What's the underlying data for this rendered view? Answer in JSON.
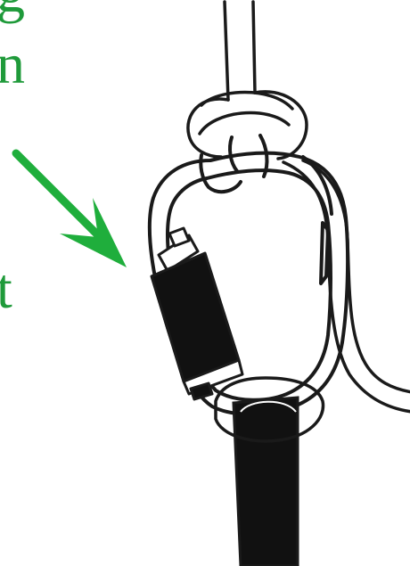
{
  "text_fragments": {
    "top": "g",
    "middle": "n",
    "lower": "t"
  },
  "colors": {
    "annotation_green": "#1fae3c",
    "line": "#1a1a1a",
    "sleeve": "#111111",
    "background": "#ffffff"
  },
  "icons": {
    "arrow": "arrow-down-right-icon",
    "carabiner": "locking-carabiner-icon"
  }
}
